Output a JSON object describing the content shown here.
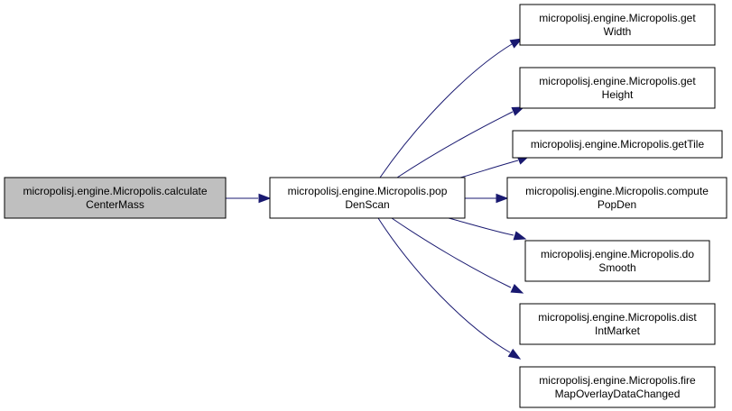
{
  "colors": {
    "edge": "#191970",
    "node_border": "#000000",
    "node_fill": "#ffffff",
    "highlight_fill": "#bfbfbf"
  },
  "nodes": [
    {
      "id": "calculateCenterMass",
      "lines": [
        "micropolisj.engine.Micropolis.calculate",
        "CenterMass"
      ],
      "highlight": true
    },
    {
      "id": "popDenScan",
      "lines": [
        "micropolisj.engine.Micropolis.pop",
        "DenScan"
      ]
    },
    {
      "id": "getWidth",
      "lines": [
        "micropolisj.engine.Micropolis.get",
        "Width"
      ]
    },
    {
      "id": "getHeight",
      "lines": [
        "micropolisj.engine.Micropolis.get",
        "Height"
      ]
    },
    {
      "id": "getTile",
      "lines": [
        "micropolisj.engine.Micropolis.getTile"
      ]
    },
    {
      "id": "computePopDen",
      "lines": [
        "micropolisj.engine.Micropolis.compute",
        "PopDen"
      ]
    },
    {
      "id": "doSmooth",
      "lines": [
        "micropolisj.engine.Micropolis.do",
        "Smooth"
      ]
    },
    {
      "id": "distIntMarket",
      "lines": [
        "micropolisj.engine.Micropolis.dist",
        "IntMarket"
      ]
    },
    {
      "id": "fireMapOverlayDataChanged",
      "lines": [
        "micropolisj.engine.Micropolis.fire",
        "MapOverlayDataChanged"
      ]
    }
  ],
  "edges": [
    {
      "from": "calculateCenterMass",
      "to": "popDenScan"
    },
    {
      "from": "popDenScan",
      "to": "getWidth"
    },
    {
      "from": "popDenScan",
      "to": "getHeight"
    },
    {
      "from": "popDenScan",
      "to": "getTile"
    },
    {
      "from": "popDenScan",
      "to": "computePopDen"
    },
    {
      "from": "popDenScan",
      "to": "doSmooth"
    },
    {
      "from": "popDenScan",
      "to": "distIntMarket"
    },
    {
      "from": "popDenScan",
      "to": "fireMapOverlayDataChanged"
    }
  ]
}
